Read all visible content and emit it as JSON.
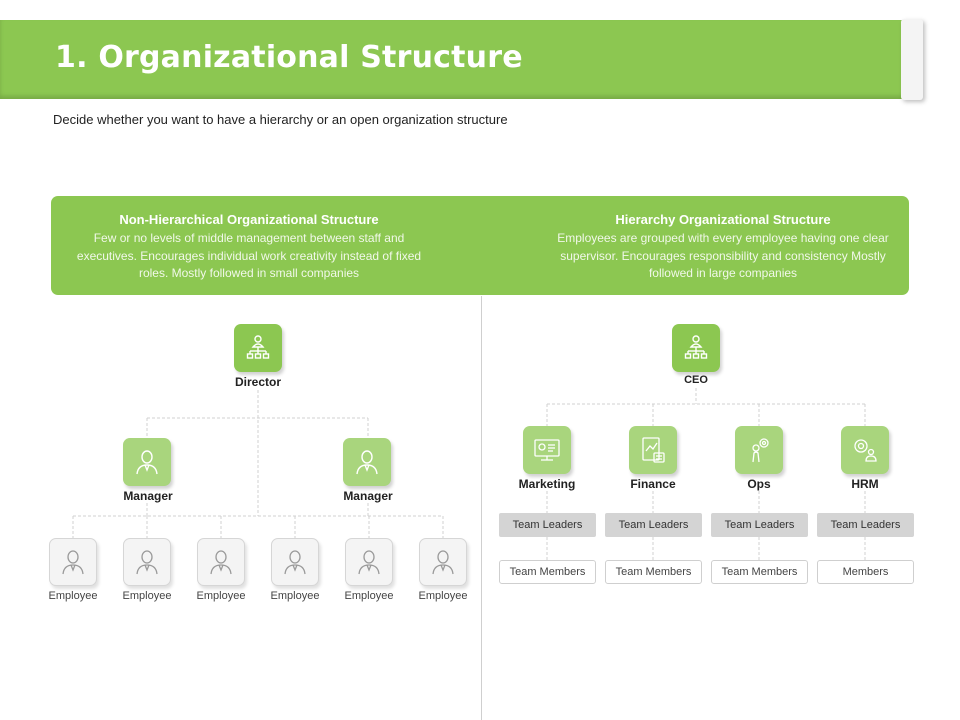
{
  "header": {
    "title": "1. Organizational Structure",
    "subtitle": "Decide whether you want to have a hierarchy or an open organization structure"
  },
  "banner": {
    "left": {
      "title": "Non-Hierarchical Organizational Structure",
      "description": "Few or no levels of middle management between staff and executives. Encourages individual work creativity instead of fixed roles. Mostly followed in small companies"
    },
    "right": {
      "title": "Hierarchy Organizational Structure",
      "description": "Employees are grouped with every employee having one clear supervisor. Encourages responsibility and consistency Mostly followed in large companies"
    }
  },
  "non_hierarchical": {
    "director": "Director",
    "managers": [
      "Manager",
      "Manager"
    ],
    "employees": [
      "Employee",
      "Employee",
      "Employee",
      "Employee",
      "Employee",
      "Employee"
    ]
  },
  "hierarchy": {
    "ceo": "CEO",
    "departments": [
      {
        "name": "Marketing",
        "leaders": "Team Leaders",
        "members": "Team Members"
      },
      {
        "name": "Finance",
        "leaders": "Team Leaders",
        "members": "Team Members"
      },
      {
        "name": "Ops",
        "leaders": "Team Leaders",
        "members": "Team Members"
      },
      {
        "name": "HRM",
        "leaders": "Team Leaders",
        "members": "Members"
      }
    ]
  },
  "colors": {
    "accent": "#8cc751",
    "accent_light": "#a9d57d",
    "pill_gray": "#d4d4d4",
    "employee_box": "#f4f4f4"
  }
}
